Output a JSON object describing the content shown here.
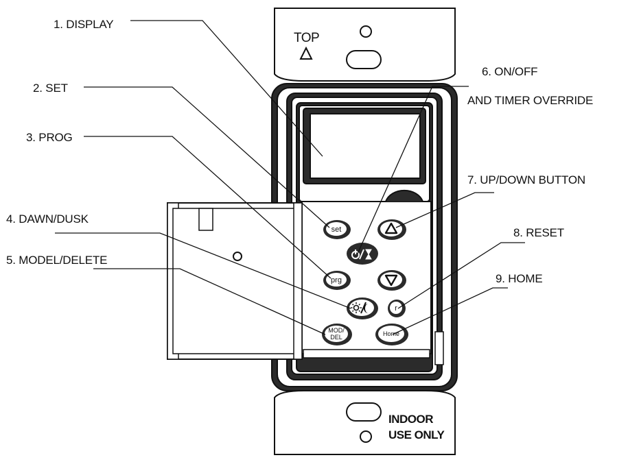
{
  "plate": {
    "top_text": "TOP",
    "indoor_line1": "INDOOR",
    "indoor_line2": "USE ONLY"
  },
  "callouts": {
    "display": "1. DISPLAY",
    "set": "2. SET",
    "prog": "3. PROG",
    "dawn_dusk": "4. DAWN/DUSK",
    "model_delete": "5. MODEL/DELETE",
    "on_off_line1": "6. ON/OFF",
    "on_off_line2": "AND TIMER OVERRIDE",
    "up_down": "7. UP/DOWN BUTTON",
    "reset": "8. RESET",
    "home": "9. HOME"
  },
  "buttons": {
    "set": "set",
    "prg": "prg",
    "mod_line1": "MOD/",
    "mod_line2": "DEL",
    "reset": "r",
    "home": "Home"
  },
  "icons": {
    "up": "triangle-up-icon",
    "down": "triangle-down-icon",
    "power_timer": "power-hourglass-icon",
    "sun_moon": "sun-moon-icon",
    "top_arrow": "triangle-up-outline-icon"
  }
}
